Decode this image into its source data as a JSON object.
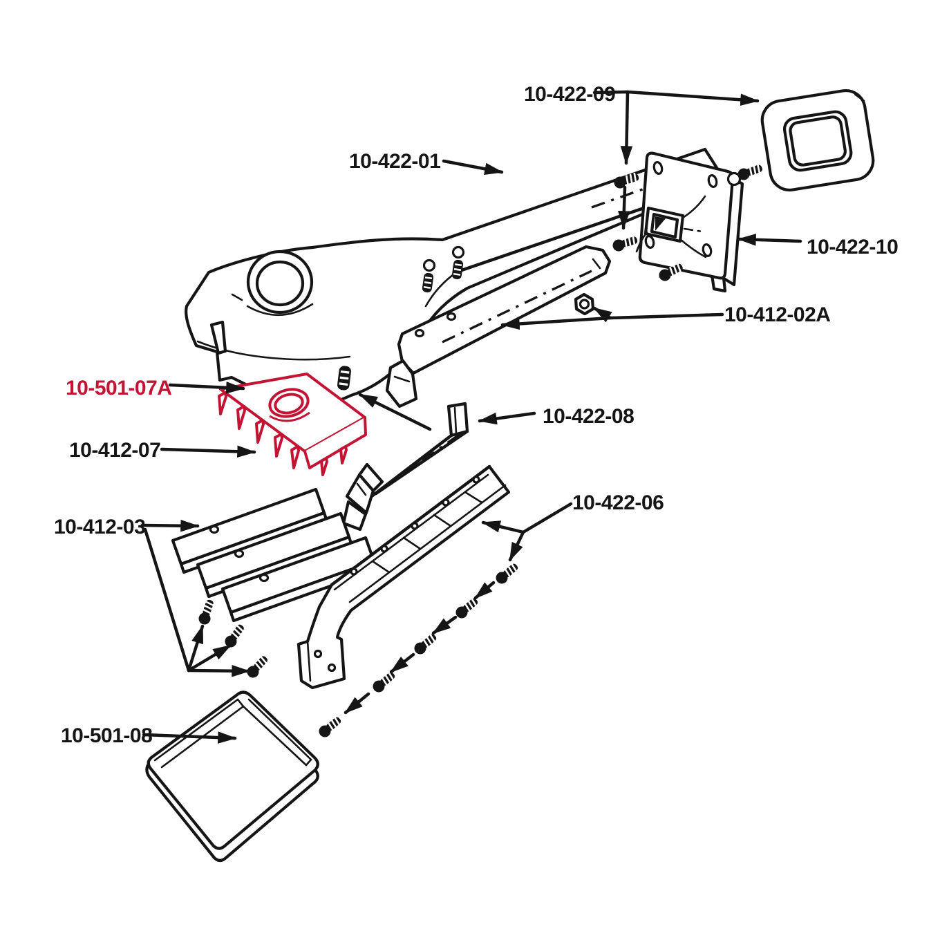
{
  "diagram": {
    "background_color": "#ffffff",
    "line_color": "#151515",
    "highlight_color": "#c41434",
    "parts": [
      {
        "number": "10-422-09",
        "highlighted": false
      },
      {
        "number": "10-422-01",
        "highlighted": false
      },
      {
        "number": "10-422-10",
        "highlighted": false
      },
      {
        "number": "10-412-02A",
        "highlighted": false
      },
      {
        "number": "10-501-07A",
        "highlighted": true
      },
      {
        "number": "10-422-08",
        "highlighted": false
      },
      {
        "number": "10-412-07",
        "highlighted": false
      },
      {
        "number": "10-412-03",
        "highlighted": false
      },
      {
        "number": "10-422-06",
        "highlighted": false
      },
      {
        "number": "10-501-08",
        "highlighted": false
      }
    ]
  }
}
